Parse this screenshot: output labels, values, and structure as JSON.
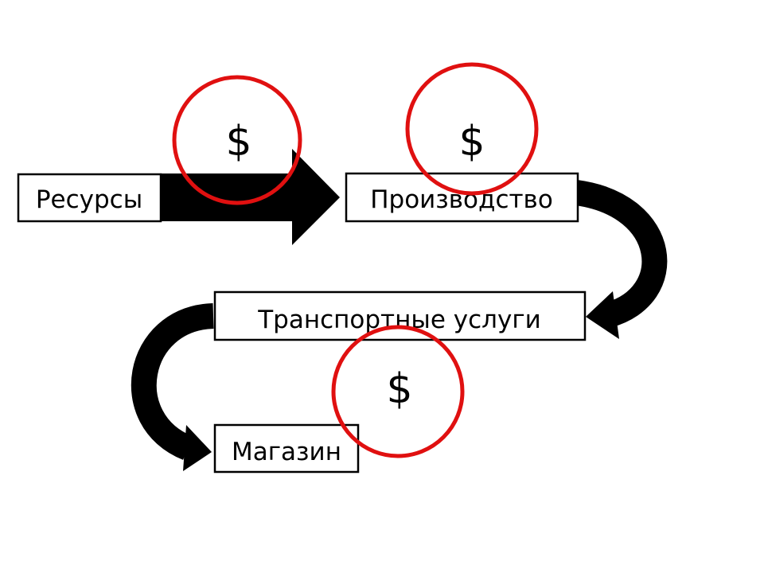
{
  "colors": {
    "arrow": "#000000",
    "box_border": "#000000",
    "box_fill": "#ffffff",
    "circle": "#e01010",
    "text": "#000000"
  },
  "nodes": {
    "resources": "Ресурсы",
    "production": "Производство",
    "transport": "Транспортные услуги",
    "store": "Магазин"
  },
  "cost_markers": {
    "resources_to_production": "$",
    "production": "$",
    "transport": "$"
  }
}
